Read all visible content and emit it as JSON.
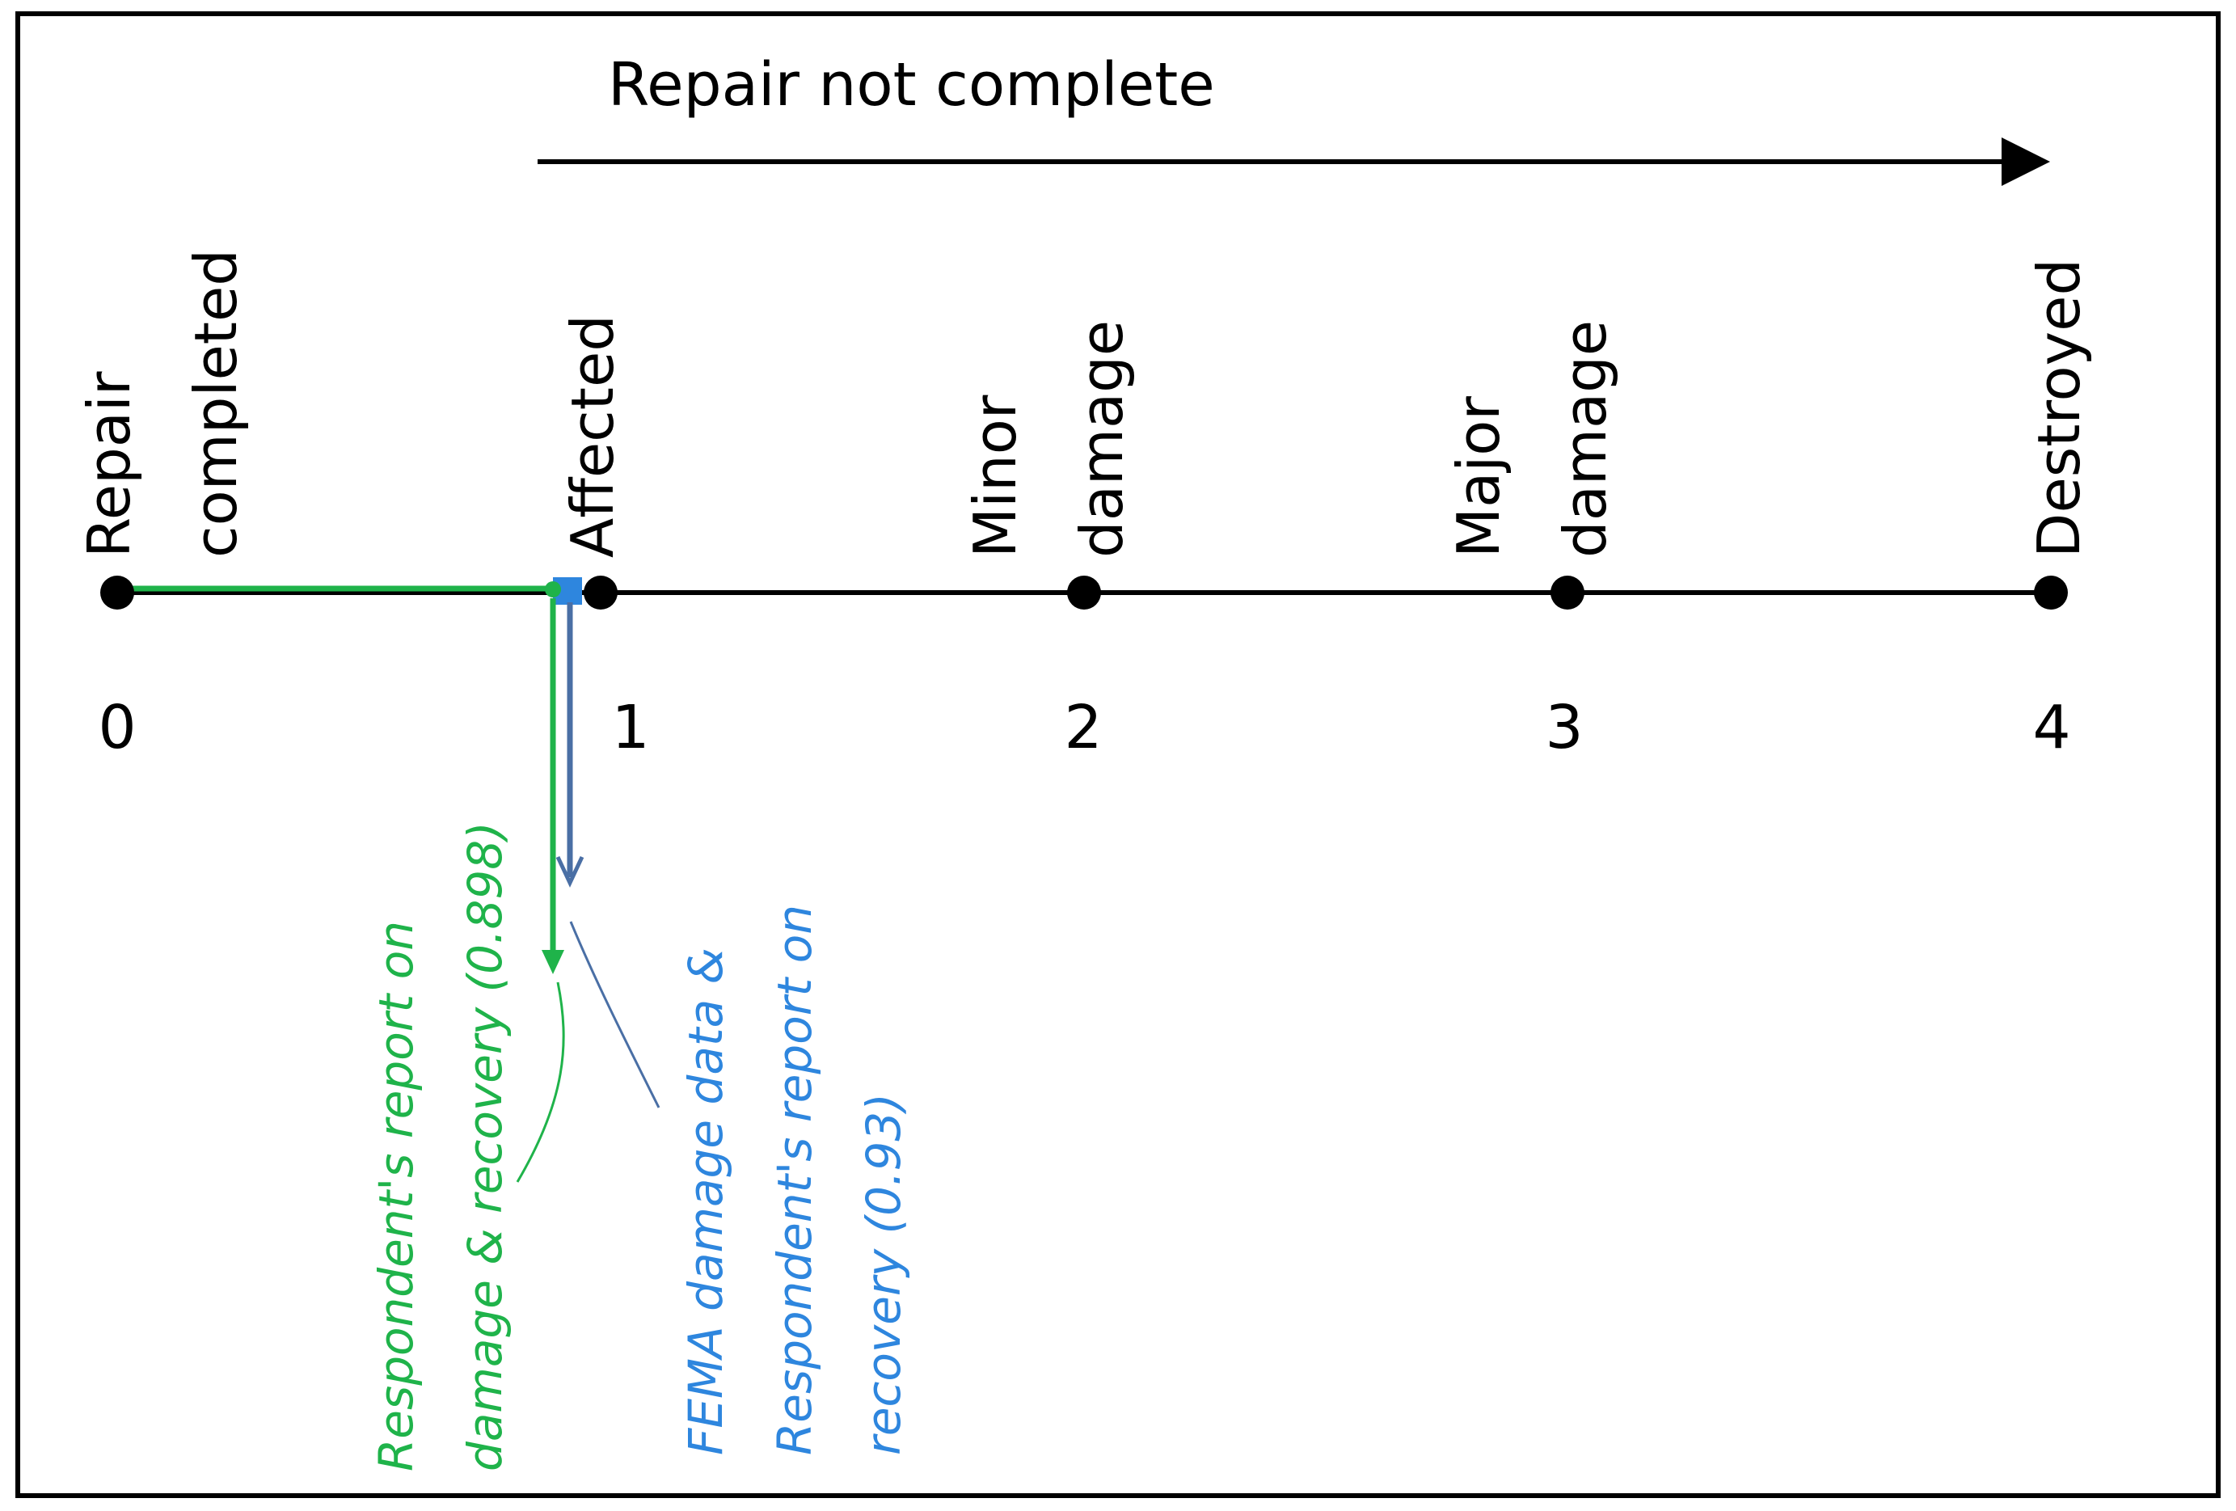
{
  "header": {
    "title": "Repair not complete"
  },
  "scale": {
    "points": [
      {
        "value": 0,
        "tick": "0",
        "name": [
          "Repair",
          "completed"
        ]
      },
      {
        "value": 1,
        "tick": "1",
        "name": [
          "Affected"
        ]
      },
      {
        "value": 2,
        "tick": "2",
        "name": [
          "Minor",
          "damage"
        ]
      },
      {
        "value": 3,
        "tick": "3",
        "name": [
          "Major",
          "damage"
        ]
      },
      {
        "value": 4,
        "tick": "4",
        "name": [
          "Destroyed"
        ]
      }
    ]
  },
  "annotations": {
    "respondent": {
      "value": 0.898,
      "lines": [
        "Respondent's report on",
        "damage &  recovery (0.898)"
      ],
      "color": "#1fb34a"
    },
    "fema": {
      "value": 0.93,
      "lines": [
        "FEMA damage data &",
        "Respondent's report on",
        "recovery (0.93)"
      ],
      "color": "#2e86de",
      "arrow_color": "#4a6fa5"
    }
  },
  "colors": {
    "axis": "#000000",
    "frame": "#000000"
  }
}
